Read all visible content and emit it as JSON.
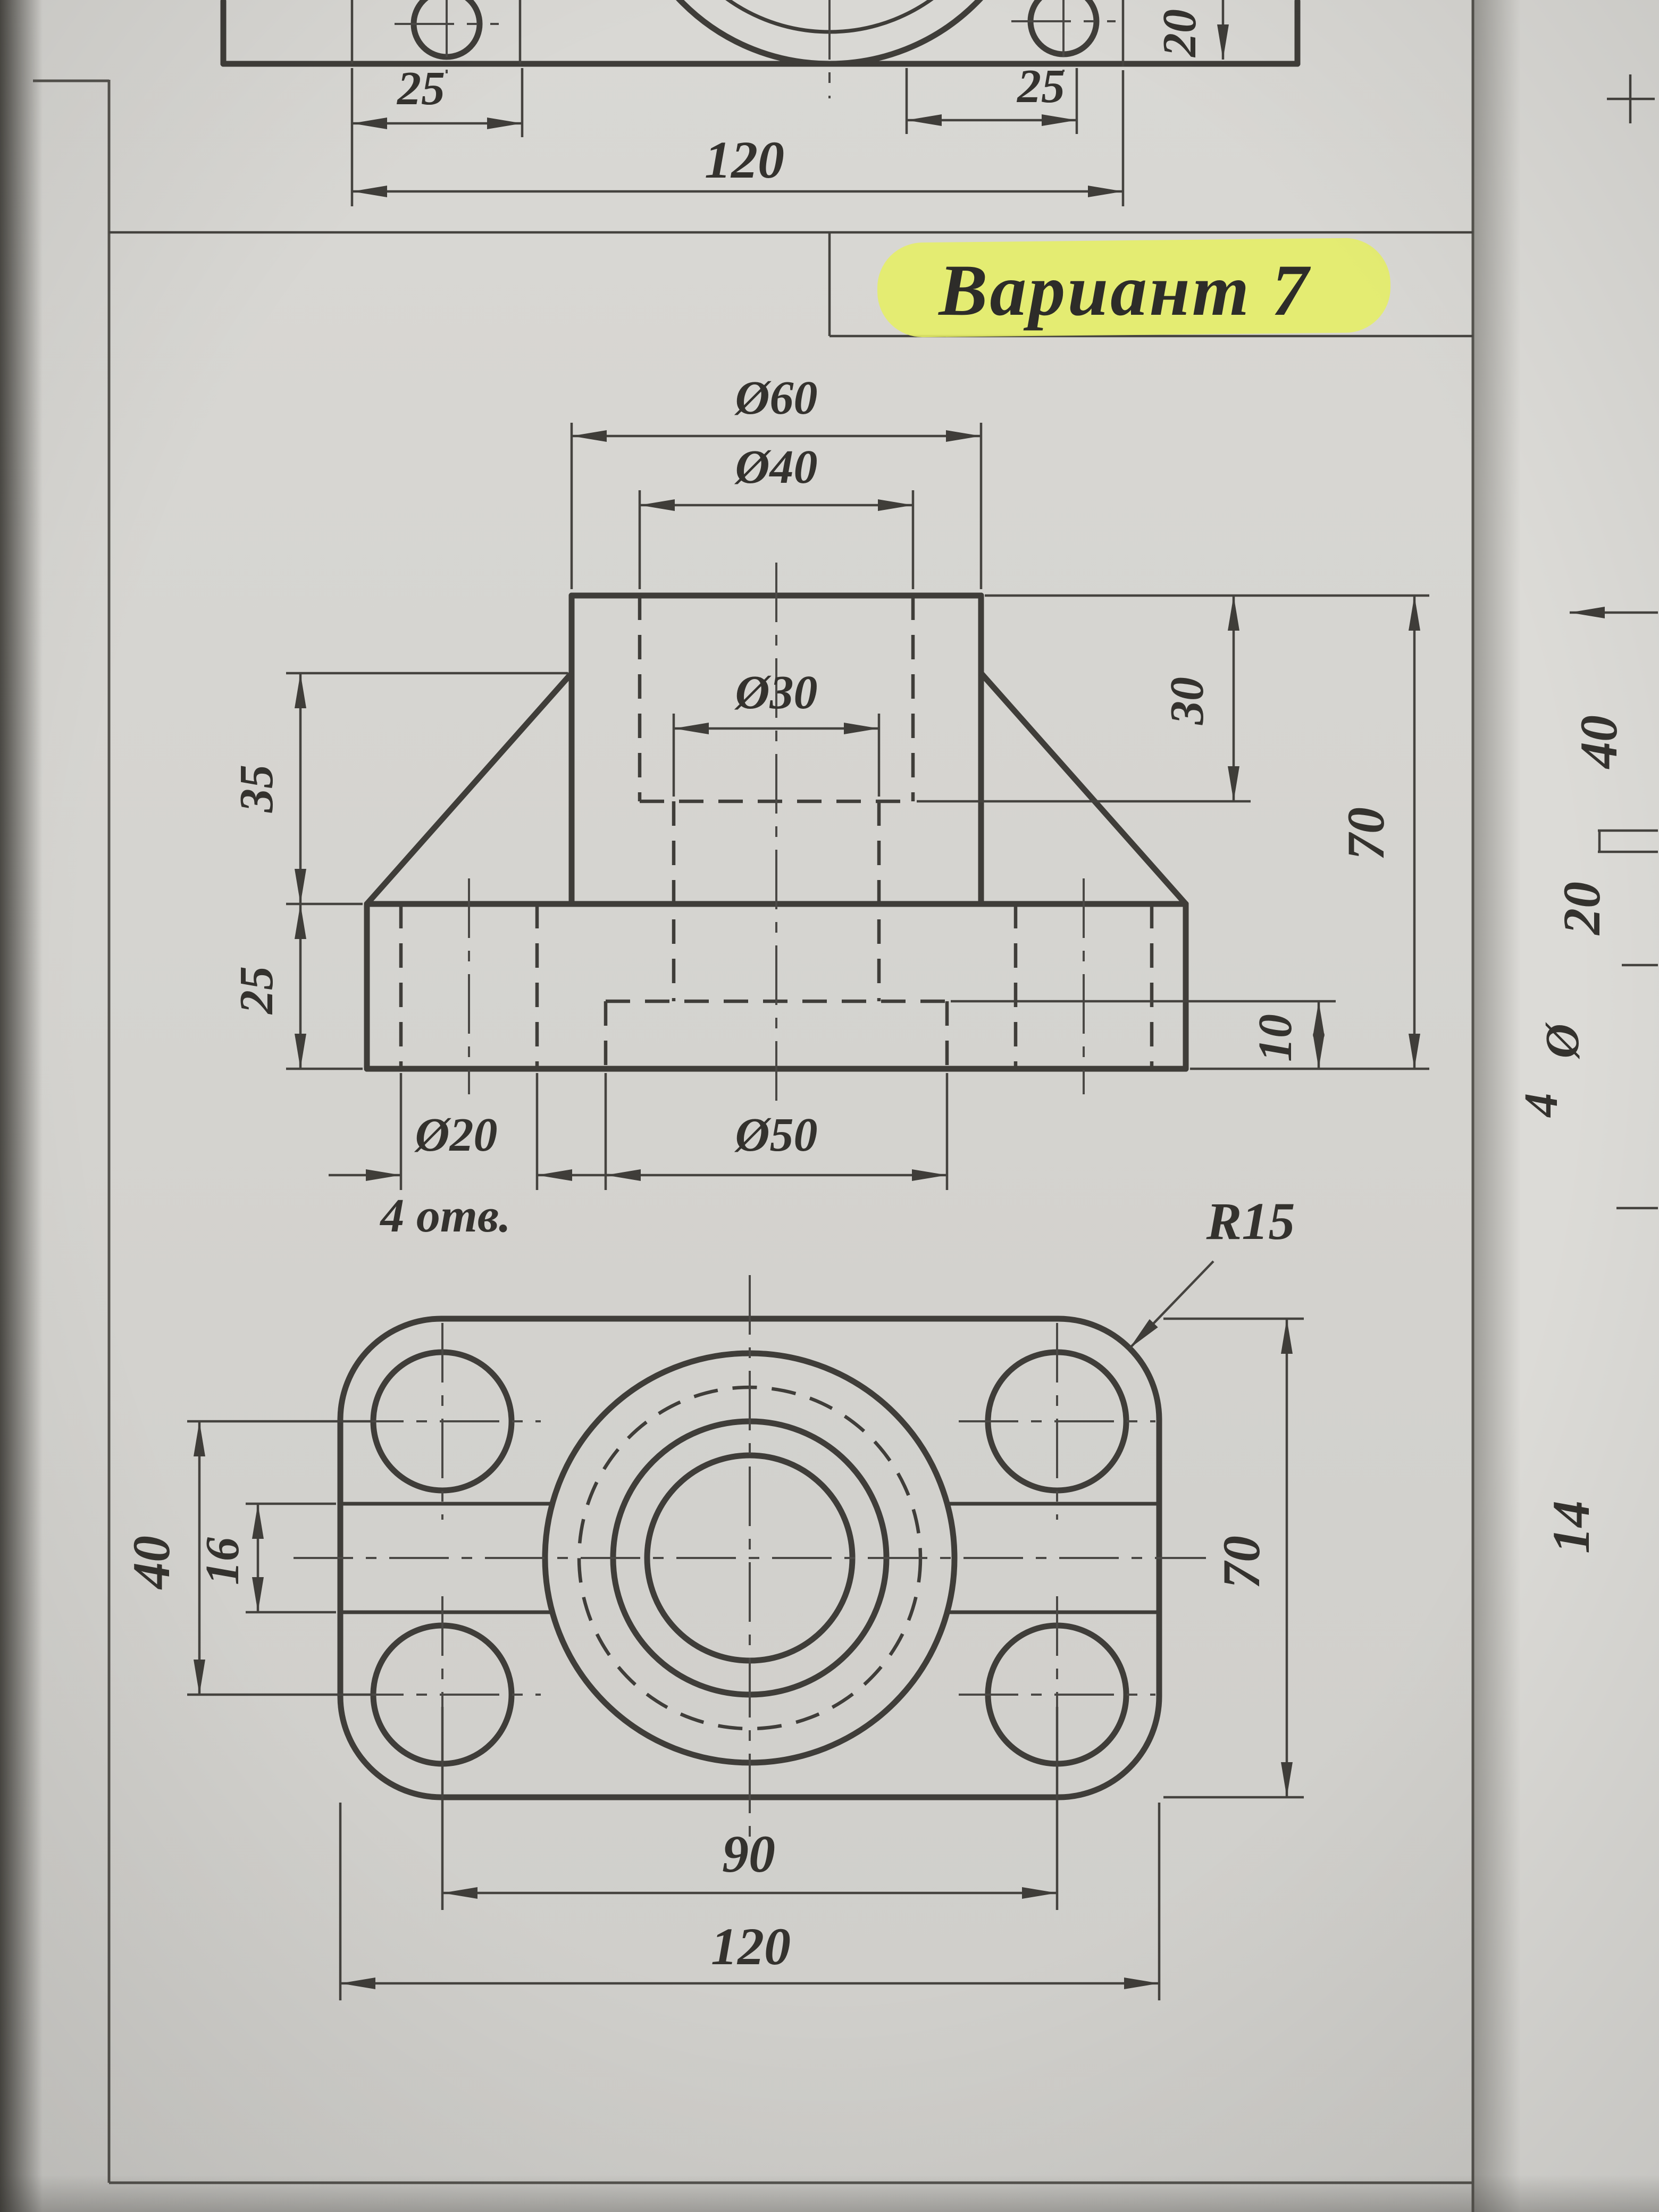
{
  "document": {
    "variant_title": "Вариант 7"
  },
  "palette": {
    "paper": "#d5d4d0",
    "ink": "#3f3d39",
    "highlight": "#e6ee67"
  },
  "top_partial": {
    "dim_25_left": "25",
    "dim_120": "120",
    "dim_25_right": "25",
    "dim_20": "20"
  },
  "front_view": {
    "dim_d60": "Ø60",
    "dim_d40": "Ø40",
    "dim_d30": "Ø30",
    "dim_35": "35",
    "dim_25": "25",
    "dim_30": "30",
    "dim_70": "70",
    "dim_10": "10",
    "dim_d20": "Ø20",
    "dim_holes": "4 отв.",
    "dim_d50": "Ø50"
  },
  "top_view": {
    "dim_r15": "R15",
    "dim_40": "40",
    "dim_16": "16",
    "dim_70": "70",
    "dim_90": "90",
    "dim_120": "120"
  },
  "adjacent_page": {
    "dim_40": "40",
    "dim_20": "20",
    "dim_dia": "Ø",
    "dim_4": "4",
    "dim_14": "14"
  }
}
